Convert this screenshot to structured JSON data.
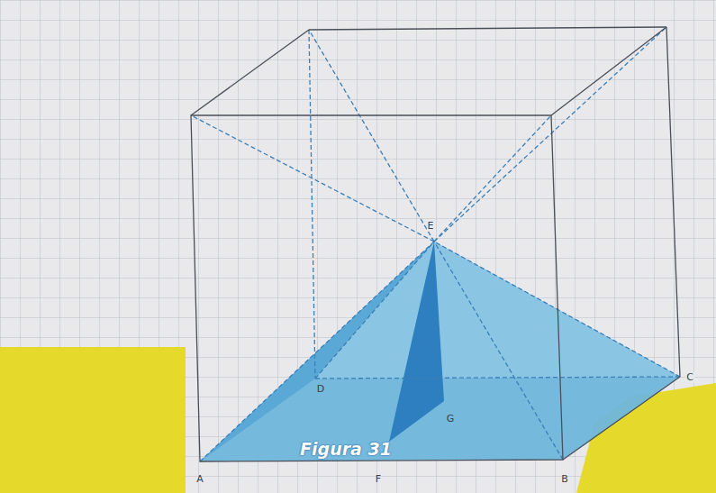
{
  "diagram": {
    "caption": "Figura 31",
    "labels": [
      "E",
      "D",
      "C",
      "A",
      "F",
      "B",
      "G"
    ]
  }
}
